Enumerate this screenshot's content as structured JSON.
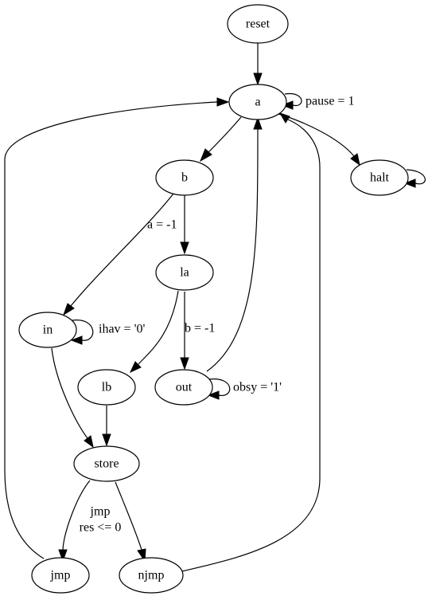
{
  "diagram": {
    "nodes": {
      "reset": "reset",
      "a": "a",
      "b": "b",
      "halt": "halt",
      "la": "la",
      "in": "in",
      "lb": "lb",
      "out": "out",
      "store": "store",
      "jmp": "jmp",
      "njmp": "njmp"
    },
    "edge_labels": {
      "a_self": "pause = 1",
      "b_in": "a = -1",
      "in_self": "ihav = '0'",
      "la_out": "b = -1",
      "out_self": "obsy = '1'",
      "store_jmp_line1": "jmp",
      "store_jmp_line2": "res <= 0"
    }
  }
}
